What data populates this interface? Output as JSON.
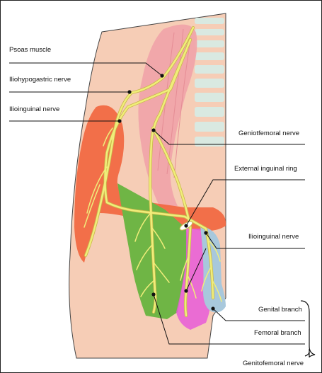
{
  "labels": {
    "psoas_muscle": "Psoas muscle",
    "iliohypogastric_nerve": "Iliohypogastric nerve",
    "ilioinguinal_nerve_left": "Ilioinguinal nerve",
    "genitofemoral_nerve_right": "Geniotfemoral nerve",
    "external_inguinal_ring": "External inguinal ring",
    "ilioinguinal_nerve_right": "Ilioinguinal nerve",
    "genital_branch": "Genital branch",
    "femoral_branch": "Femoral branch",
    "genitofemoral_nerve_bottom": "Genitofemoral nerve"
  },
  "colors": {
    "skin": "#f6cdb6",
    "skin_outline": "#444444",
    "psoas": "#f1a3a8",
    "spine": "#d9e9e1",
    "iliohypogastric_area": "#f2653d",
    "genitofemoral_area": "#6fb545",
    "genital_area": "#e85bd8",
    "scrotum": "#a8c8dc",
    "nerve": "#f0ed7a",
    "nerve_outline": "#c9b84a",
    "leader": "#111111"
  }
}
